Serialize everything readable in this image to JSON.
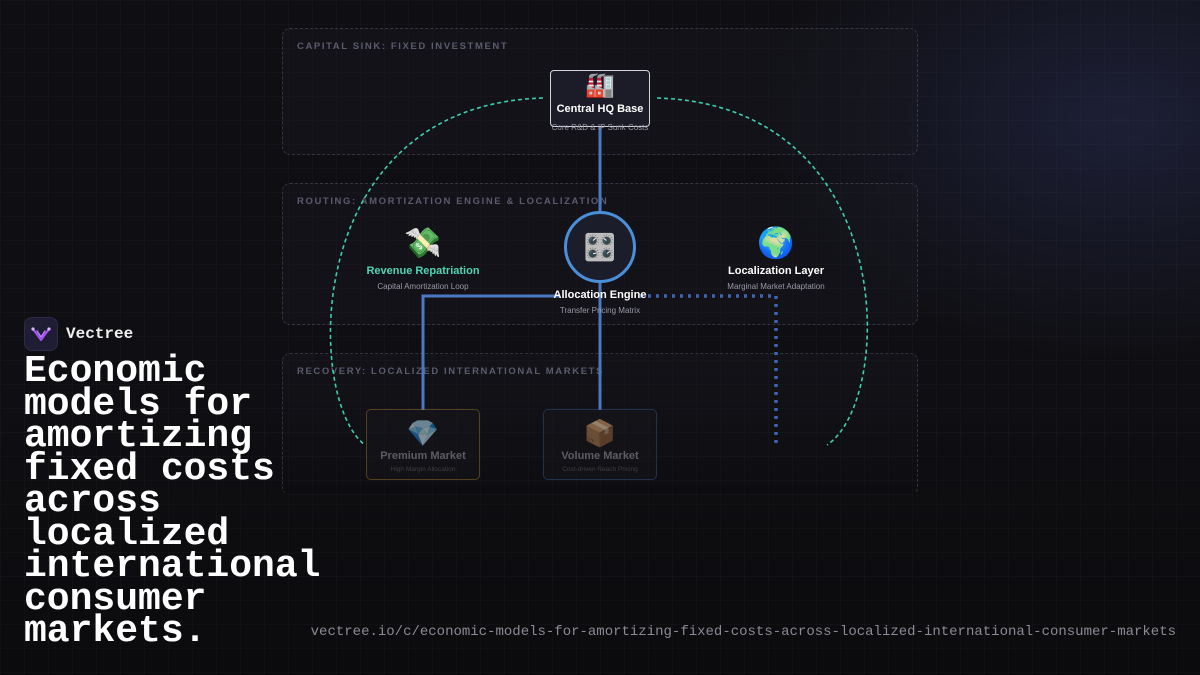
{
  "brand": {
    "name": "Vectree"
  },
  "headline": "Economic models for amortizing fixed costs across localized international consumer markets.",
  "url": "vectree.io/c/economic-models-for-amortizing-fixed-costs-across-localized-international-consumer-markets",
  "zones": [
    {
      "label": "CAPITAL SINK: FIXED INVESTMENT"
    },
    {
      "label": "ROUTING: AMORTIZATION ENGINE & LOCALIZATION"
    },
    {
      "label": "RECOVERY: LOCALIZED INTERNATIONAL MARKETS"
    }
  ],
  "nodes": {
    "hq": {
      "icon": "factory-icon",
      "glyph": "🏭",
      "title": "Central HQ Base",
      "sub": "Core R&D & IP Sunk Costs"
    },
    "engine": {
      "icon": "control-knobs-icon",
      "glyph": "🎛️",
      "title": "Allocation Engine",
      "sub": "Transfer Pricing Matrix"
    },
    "repatriation": {
      "icon": "money-with-wings-icon",
      "glyph": "💸",
      "title": "Revenue Repatriation",
      "sub": "Capital Amortization Loop"
    },
    "localization": {
      "icon": "globe-icon",
      "glyph": "🌍",
      "title": "Localization Layer",
      "sub": "Marginal Market Adaptation"
    },
    "premium": {
      "icon": "gem-icon",
      "glyph": "💎",
      "title": "Premium Market",
      "sub": "High Margin Allocation"
    },
    "volume": {
      "icon": "package-icon",
      "glyph": "📦",
      "title": "Volume Market",
      "sub": "Cost-driven Reach Pricing"
    }
  },
  "colors": {
    "flow_solid": "#4a78c2",
    "flow_dotted": "#3a66b0",
    "loop": "#3ecfae",
    "repatriation_title": "#4fd6b4",
    "premium_border": "#8a6a2a",
    "volume_border": "#2e4f80"
  }
}
